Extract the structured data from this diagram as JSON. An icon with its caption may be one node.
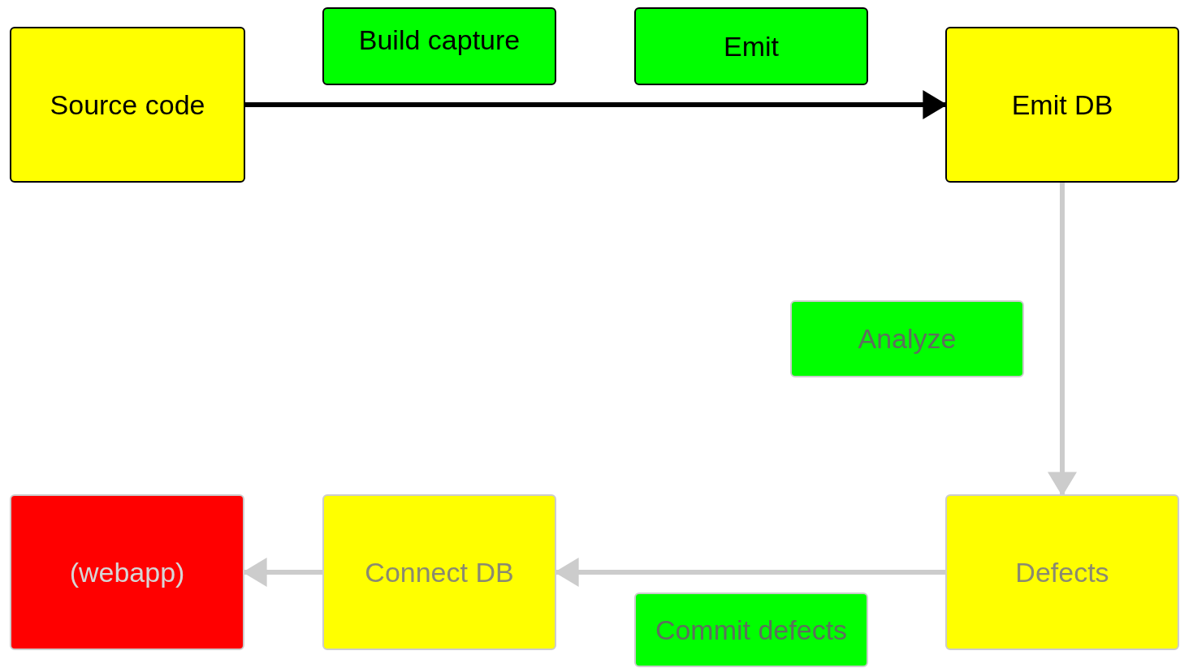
{
  "diagram": {
    "nodes": [
      {
        "text": [
          "Source code"
        ]
      },
      {
        "text": [
          "Build capture"
        ]
      },
      {
        "text": [
          "Emit"
        ]
      },
      {
        "text": [
          "Emit DB"
        ]
      },
      {
        "text": [
          "Analyze"
        ]
      },
      {
        "text": [
          "Defects"
        ]
      },
      {
        "text": [
          "Connect DB"
        ]
      },
      {
        "text": [
          "(webapp)"
        ]
      },
      {
        "text": [
          "Commit defects"
        ]
      }
    ],
    "edges": [
      {
        "from": 0,
        "to": 3,
        "arrow": "to",
        "color": "#000000"
      },
      {
        "from": 3,
        "to": 5,
        "arrow": "to"
      },
      {
        "from": 5,
        "to": 6,
        "arrow": "to"
      },
      {
        "from": 6,
        "to": 7,
        "arrow": "to"
      }
    ]
  }
}
